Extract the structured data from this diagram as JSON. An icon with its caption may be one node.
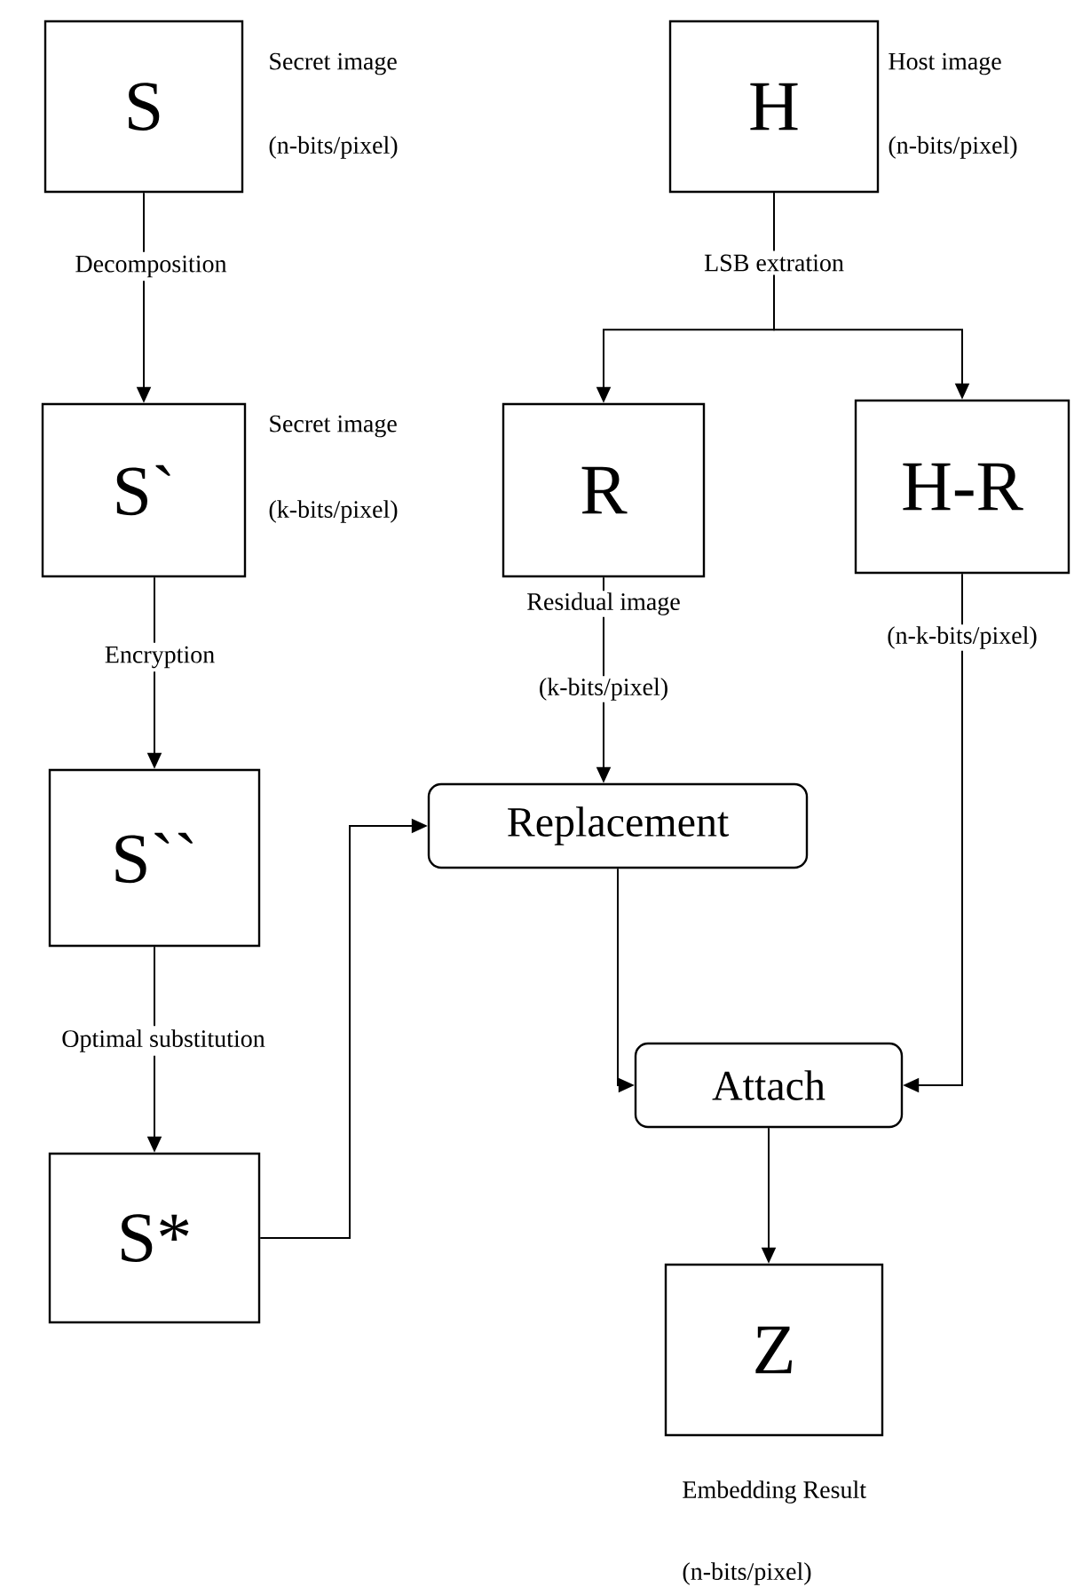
{
  "diagram": {
    "nodes": [
      {
        "text": [
          "S"
        ],
        "beside": [
          "Secret image",
          "(n-bits/pixel)"
        ]
      },
      {
        "text": [
          "H"
        ],
        "beside": [
          "Host image",
          "(n-bits/pixel)"
        ]
      },
      {
        "text": [
          "S`"
        ],
        "beside": [
          "Secret image",
          "(k-bits/pixel)"
        ]
      },
      {
        "text": [
          "R"
        ],
        "beside": [
          "Residual image",
          "(k-bits/pixel)"
        ]
      },
      {
        "text": [
          "H-R"
        ],
        "beside": [
          "(n-k-bits/pixel)"
        ]
      },
      {
        "text": [
          "S``"
        ]
      },
      {
        "text": [
          "Replacement"
        ]
      },
      {
        "text": [
          "Attach"
        ]
      },
      {
        "text": [
          "S*"
        ]
      },
      {
        "text": [
          "Z"
        ],
        "beside": [
          "Embedding Result",
          "(n-bits/pixel)"
        ]
      }
    ],
    "edges": [
      {
        "from": 0,
        "to": 2,
        "arrow": "to",
        "label": "Decomposition"
      },
      {
        "from": 1,
        "to": 3,
        "arrow": "to",
        "label": "LSB extration"
      },
      {
        "from": 1,
        "to": 4,
        "arrow": "to"
      },
      {
        "from": 2,
        "to": 5,
        "arrow": "to",
        "label": "Encryption"
      },
      {
        "from": 5,
        "to": 8,
        "arrow": "to",
        "label": "Optimal substitution"
      },
      {
        "from": 3,
        "to": 6,
        "arrow": "to"
      },
      {
        "from": 8,
        "to": 6,
        "arrow": "to"
      },
      {
        "from": 6,
        "to": 7,
        "arrow": "to"
      },
      {
        "from": 4,
        "to": 7,
        "arrow": "to"
      },
      {
        "from": 7,
        "to": 9,
        "arrow": "to"
      }
    ]
  }
}
